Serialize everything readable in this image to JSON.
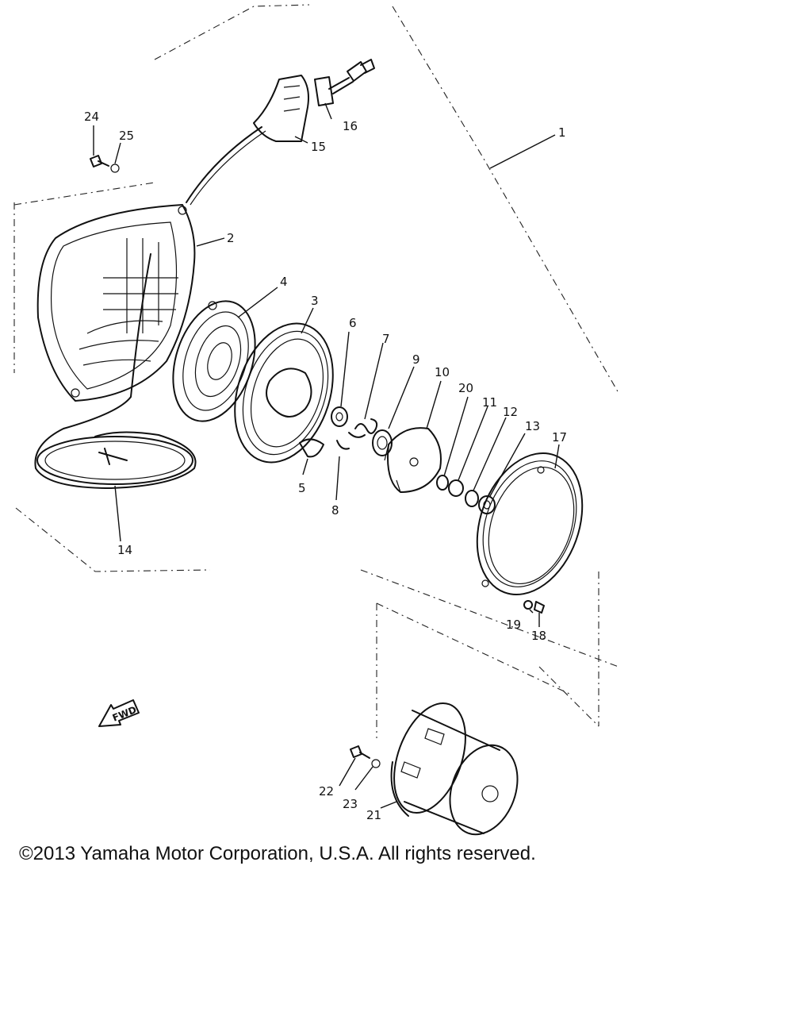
{
  "diagram": {
    "fwd_label": "FWD",
    "callouts": [
      {
        "id": "c1",
        "label": "1"
      },
      {
        "id": "c2",
        "label": "2"
      },
      {
        "id": "c3",
        "label": "3"
      },
      {
        "id": "c4",
        "label": "4"
      },
      {
        "id": "c5",
        "label": "5"
      },
      {
        "id": "c6",
        "label": "6"
      },
      {
        "id": "c7",
        "label": "7"
      },
      {
        "id": "c8",
        "label": "8"
      },
      {
        "id": "c9",
        "label": "9"
      },
      {
        "id": "c10",
        "label": "10"
      },
      {
        "id": "c11",
        "label": "11"
      },
      {
        "id": "c12",
        "label": "12"
      },
      {
        "id": "c13",
        "label": "13"
      },
      {
        "id": "c14",
        "label": "14"
      },
      {
        "id": "c15",
        "label": "15"
      },
      {
        "id": "c16",
        "label": "16"
      },
      {
        "id": "c17",
        "label": "17"
      },
      {
        "id": "c18",
        "label": "18"
      },
      {
        "id": "c19",
        "label": "19"
      },
      {
        "id": "c20",
        "label": "20"
      },
      {
        "id": "c21",
        "label": "21"
      },
      {
        "id": "c22",
        "label": "22"
      },
      {
        "id": "c23",
        "label": "23"
      },
      {
        "id": "c24",
        "label": "24"
      },
      {
        "id": "c25",
        "label": "25"
      }
    ]
  },
  "footer": {
    "copyright": "©2013 Yamaha Motor Corporation, U.S.A. All rights reserved."
  }
}
